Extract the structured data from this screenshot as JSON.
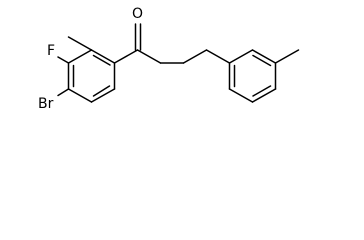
{
  "molecule": {
    "atom_labels": {
      "oxygen": "O",
      "fluorine": "F",
      "bromine": "Br"
    }
  }
}
